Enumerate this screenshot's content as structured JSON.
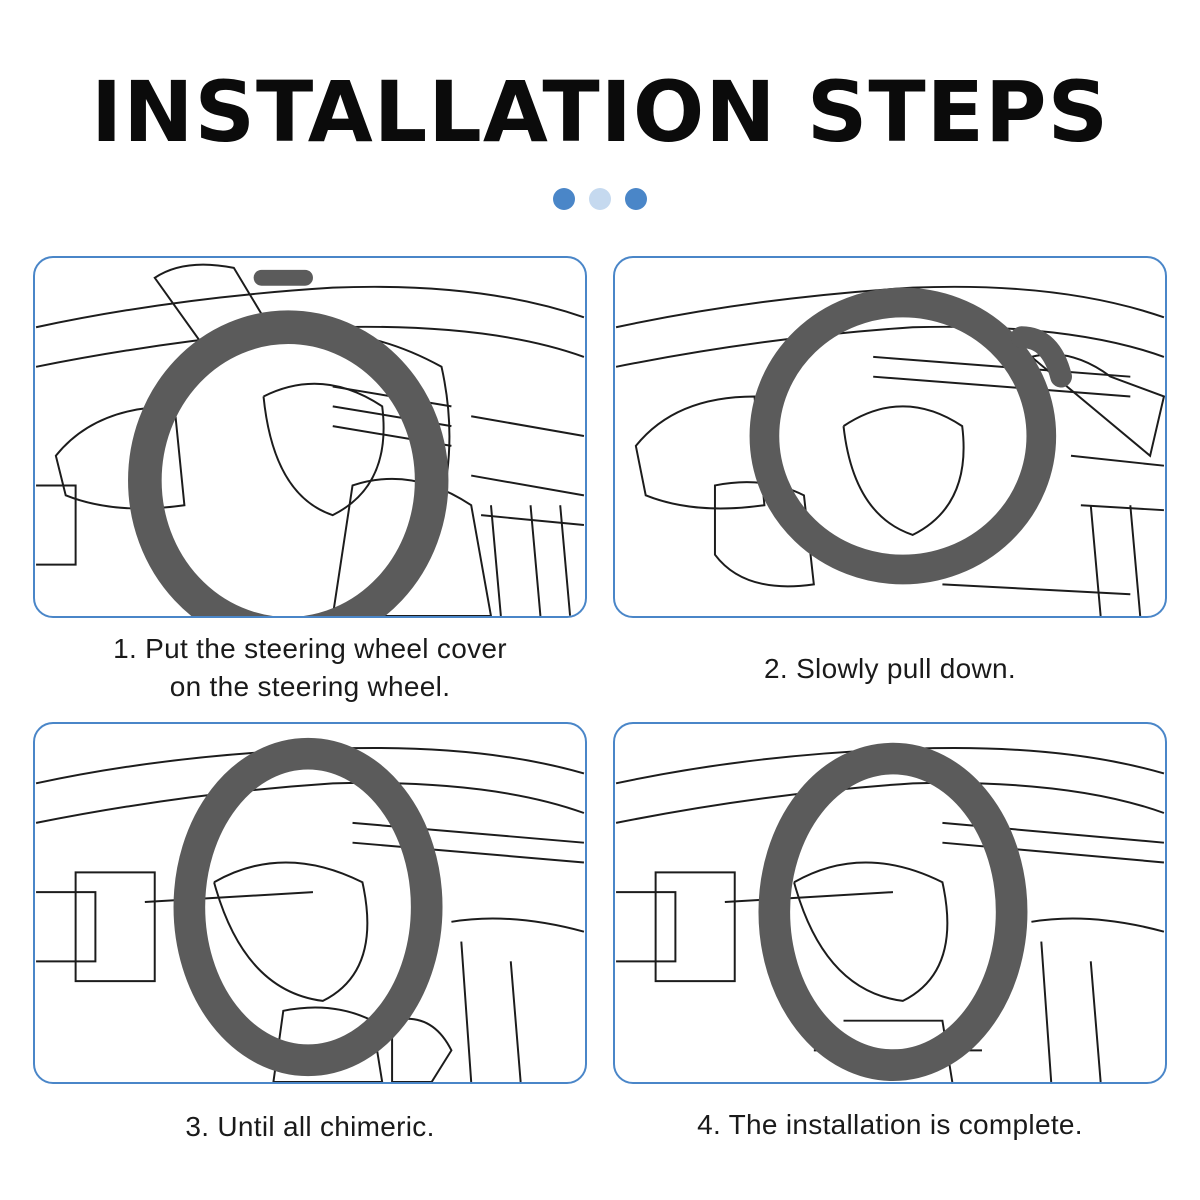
{
  "header": {
    "title": "INSTALLATION STEPS"
  },
  "dots": [
    {
      "color": "#4a86c8"
    },
    {
      "color": "#c5d9ef"
    },
    {
      "color": "#4a86c8"
    }
  ],
  "colors": {
    "panel_border": "#4a86c8",
    "cover": "#5b5b5b",
    "line_art": "#1c1c1c"
  },
  "steps": [
    {
      "caption_lines": [
        "1. Put the steering wheel cover",
        "on the steering wheel."
      ],
      "icon": "steering-wheel-cover-placing-icon"
    },
    {
      "caption_lines": [
        "2. Slowly pull down."
      ],
      "icon": "steering-wheel-cover-pulling-icon"
    },
    {
      "caption_lines": [
        "3. Until all chimeric."
      ],
      "icon": "steering-wheel-cover-fitting-icon"
    },
    {
      "caption_lines": [
        "4. The installation is complete."
      ],
      "icon": "steering-wheel-cover-complete-icon"
    }
  ]
}
